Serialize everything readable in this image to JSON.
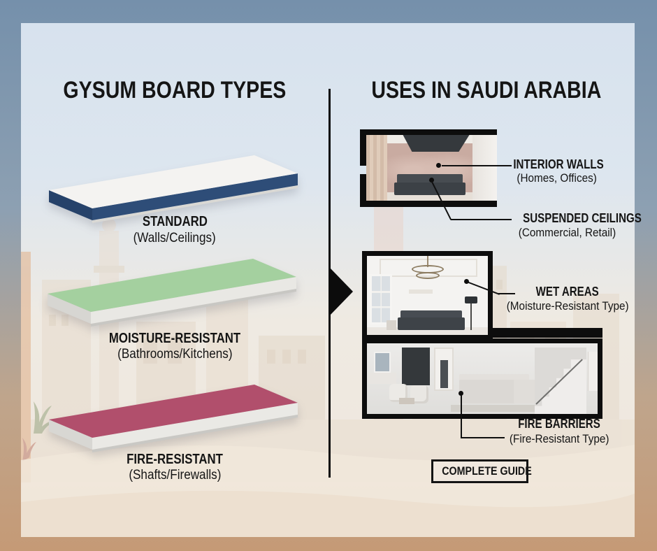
{
  "left_panel": {
    "title": "GYSUM BOARD TYPES",
    "boards": [
      {
        "name": "STANDARD",
        "subtitle": "(Walls/Ceilings)",
        "top_color": "#f4f3f1",
        "front_color": "#2e4d78",
        "side_color": "#26426a",
        "rim_color": "#d9d8d4"
      },
      {
        "name": "MOISTURE-RESISTANT",
        "subtitle": "(Bathrooms/Kitchens)",
        "top_color": "#a4d09f",
        "front_color": "#e9e8e4",
        "side_color": "#d7d6d2",
        "rim_color": "#c8c7c3"
      },
      {
        "name": "FIRE-RESISTANT",
        "subtitle": "(Shafts/Firewalls)",
        "top_color": "#b14f6c",
        "front_color": "#eae9e5",
        "side_color": "#d8d7d3",
        "rim_color": "#c9c8c4"
      }
    ]
  },
  "right_panel": {
    "title": "USES IN SAUDI ARABIA",
    "callouts": [
      {
        "label": "INTERIOR WALLS",
        "subtitle": "(Homes, Offices)"
      },
      {
        "label": "SUSPENDED CEILINGS",
        "subtitle": "(Commercial, Retail)"
      },
      {
        "label": "WET AREAS",
        "subtitle": "(Moisture-Resistant Type)"
      },
      {
        "label": "FIRE BARRIERS",
        "subtitle": "(Fire-Resistant Type)"
      }
    ],
    "button_label": "COMPLETE GUIDE"
  },
  "colors": {
    "frame_top": "#7590ab",
    "frame_bottom": "#c59a76",
    "canvas_top": "#d7e2ee",
    "canvas_bottom": "#eadfd1",
    "divider": "#0c0c0c",
    "text": "#151515",
    "standard_blue": "#2e4d78",
    "moisture_green": "#a4d09f",
    "fire_rose": "#b14f6c"
  }
}
